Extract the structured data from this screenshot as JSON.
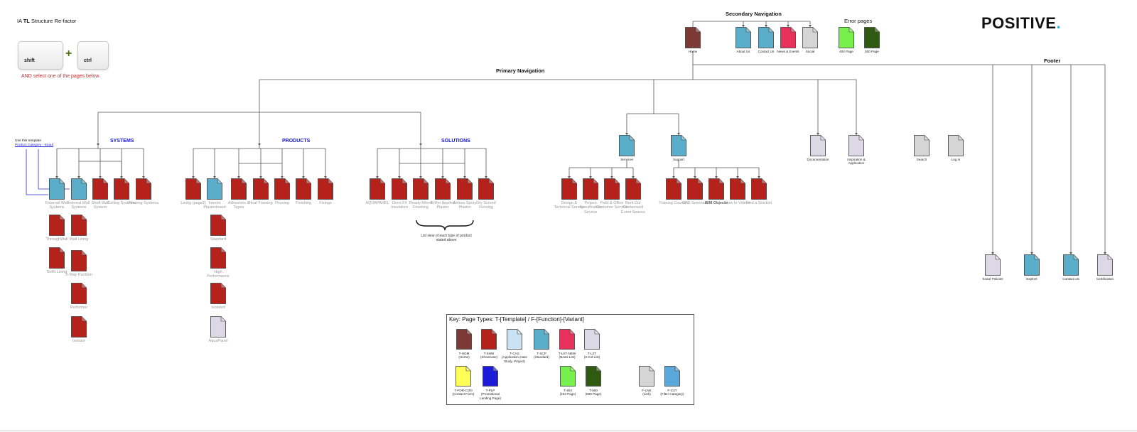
{
  "header": {
    "title_prefix": "IA ",
    "title_bold": "TL",
    "title_suffix": " Structure Re-factor",
    "key_shift": "shift",
    "key_plus": "+",
    "key_ctrl": "ctrl",
    "instruction": "AND select one of the pages below.",
    "logo_text": "POSITIVE",
    "logo_dot": "."
  },
  "headings": {
    "secondary_navigation": "Secondary Navigation",
    "error_pages": "Error pages",
    "primary_navigation": "Primary Navigation",
    "footer": "Footer",
    "systems": "SYSTEMS",
    "products": "PRODUCTS",
    "solutions": "SOLUTIONS"
  },
  "template_hint": {
    "line1": "Use this template",
    "line2": "Product Category - Knauf"
  },
  "solutions_note": "List view of each type of product stated above",
  "colors": {
    "home": "#7d3a34",
    "showcase": "#b5211b",
    "case": "#c9e3f4",
    "standard": "#5aaec9",
    "news": "#e8315a",
    "list": "#dcd8e6",
    "form": "#ffff55",
    "promo": "#1b1bd8",
    "err404": "#77f04d",
    "err500": "#2e5a12",
    "link": "#d5d5d5",
    "filter": "#5aa8d9",
    "wire": "#555555"
  },
  "secondary_nav": [
    {
      "label": "Home",
      "type": "home"
    },
    {
      "label": "About Us",
      "type": "standard"
    },
    {
      "label": "Contact Us",
      "type": "standard"
    },
    {
      "label": "News & Events",
      "type": "news"
    },
    {
      "label": "Social",
      "type": "link"
    }
  ],
  "error_pages": [
    {
      "label": "404 Page",
      "type": "err404"
    },
    {
      "label": "500 Page",
      "type": "err500"
    }
  ],
  "systems": [
    {
      "label": "External Wall Systems",
      "type": "standard"
    },
    {
      "label": "Internal Wall Systems",
      "type": "standard"
    },
    {
      "label": "Shaft Wall System",
      "type": "showcase"
    },
    {
      "label": "Ceiling Systems",
      "type": "showcase"
    },
    {
      "label": "Flooring Systems",
      "type": "showcase"
    }
  ],
  "systems_external_children": [
    {
      "label": "ThroughWall",
      "type": "showcase"
    },
    {
      "label": "Soffit Lining",
      "type": "showcase"
    }
  ],
  "systems_internal_children": [
    {
      "label": "Wall Lining",
      "type": "showcase"
    },
    {
      "label": "X-Way Partition",
      "type": "showcase"
    },
    {
      "label": "Performer",
      "type": "showcase"
    },
    {
      "label": "Isolator",
      "type": "showcase"
    }
  ],
  "products": [
    {
      "label": "Lining (page3)",
      "type": "showcase"
    },
    {
      "label": "Interior Plasterboard",
      "type": "standard"
    },
    {
      "label": "Adhesives & Tapes",
      "type": "showcase"
    },
    {
      "label": "Heat Framing",
      "type": "showcase"
    },
    {
      "label": "Flooring",
      "type": "showcase"
    },
    {
      "label": "Finishing",
      "type": "showcase"
    },
    {
      "label": "Fixings",
      "type": "showcase"
    }
  ],
  "products_children": [
    {
      "label": "Standard",
      "type": "showcase"
    },
    {
      "label": "High Performance",
      "type": "showcase"
    },
    {
      "label": "Isolated",
      "type": "showcase"
    },
    {
      "label": "AquaPanel",
      "type": "list"
    }
  ],
  "solutions": [
    {
      "label": "AQUAPANEL",
      "type": "showcase"
    },
    {
      "label": "Omni Fit Insulation",
      "type": "showcase"
    },
    {
      "label": "Ready Mixed Finishing",
      "type": "showcase"
    },
    {
      "label": "Roller Applied Plaster",
      "type": "showcase"
    },
    {
      "label": "Airless Spray Plaster",
      "type": "showcase"
    },
    {
      "label": "Dry Screed Flooring",
      "type": "showcase"
    }
  ],
  "services": {
    "label": "Services",
    "type": "standard"
  },
  "services_children": [
    {
      "label": "Design & Technical Service",
      "type": "showcase"
    },
    {
      "label": "Project Specification Service",
      "type": "showcase"
    },
    {
      "label": "Field & Office Customer Service",
      "type": "showcase"
    },
    {
      "label": "Rent Our Clerkenwell Event Spaces",
      "type": "showcase"
    }
  ],
  "support": {
    "label": "Support",
    "type": "standard"
  },
  "support_children": [
    {
      "label": "Training Courses",
      "type": "showcase"
    },
    {
      "label": "CPD Seminars",
      "type": "showcase"
    },
    {
      "label": "BIM Objects",
      "type": "showcase"
    },
    {
      "label": "How to Videos",
      "type": "showcase"
    },
    {
      "label": "Find a Stockist",
      "type": "showcase"
    }
  ],
  "misc_pages": [
    {
      "label": "Documentation",
      "type": "list"
    },
    {
      "label": "Inspiration & Application",
      "type": "list"
    },
    {
      "label": "Search",
      "type": "link"
    },
    {
      "label": "Log in",
      "type": "link"
    }
  ],
  "footer_pages": [
    {
      "label": "Knauf Policies",
      "type": "list"
    },
    {
      "label": "Explore",
      "type": "standard"
    },
    {
      "label": "Contact US",
      "type": "standard"
    },
    {
      "label": "Certification",
      "type": "list"
    }
  ],
  "key": {
    "title": "Key: Page Types: T-[Template] / F-[Function]-[Variant]",
    "items": [
      {
        "code": "T-HOM",
        "desc": "(Home)",
        "type": "home"
      },
      {
        "code": "T-SHW",
        "desc": "(Showcase)",
        "type": "showcase"
      },
      {
        "code": "T-CAS",
        "desc": "(Application,Case Study, Project)",
        "type": "case"
      },
      {
        "code": "T-SCP",
        "desc": "(Standard)",
        "type": "standard"
      },
      {
        "code": "T-LST-NEW",
        "desc": "(News List)",
        "type": "news"
      },
      {
        "code": "T-LST",
        "desc": "(3-Col List)",
        "type": "list"
      },
      {
        "code": "T-FOR-CON",
        "desc": "(Contact Form)",
        "type": "form"
      },
      {
        "code": "T-PLP",
        "desc": "(Promotional Landing Page)",
        "type": "promo"
      },
      {
        "code": "T-404",
        "desc": "(404 Page)",
        "type": "err404"
      },
      {
        "code": "T-500",
        "desc": "(500 Page)",
        "type": "err500"
      },
      {
        "code": "F-LNK",
        "desc": "(Link)",
        "type": "link"
      },
      {
        "code": "F-CAT",
        "desc": "(Filter Category)",
        "type": "filter"
      }
    ]
  }
}
